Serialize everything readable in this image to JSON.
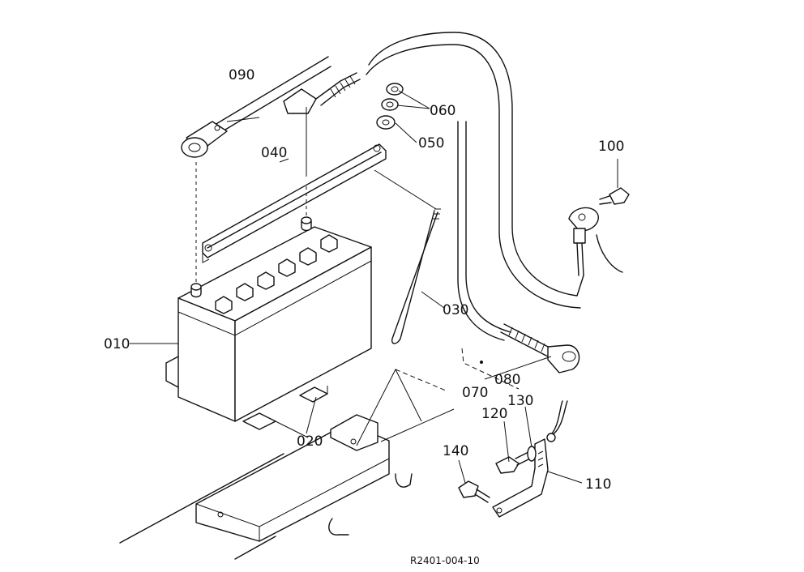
{
  "labels": {
    "p010": "010",
    "p020": "020",
    "p030": "030",
    "p040": "040",
    "p050": "050",
    "p060": "060",
    "p070": "070",
    "p080": "080",
    "p090": "090",
    "p100": "100",
    "p110": "110",
    "p120": "120",
    "p130": "130",
    "p140": "140"
  },
  "drawing_code": "R2401-004-10"
}
